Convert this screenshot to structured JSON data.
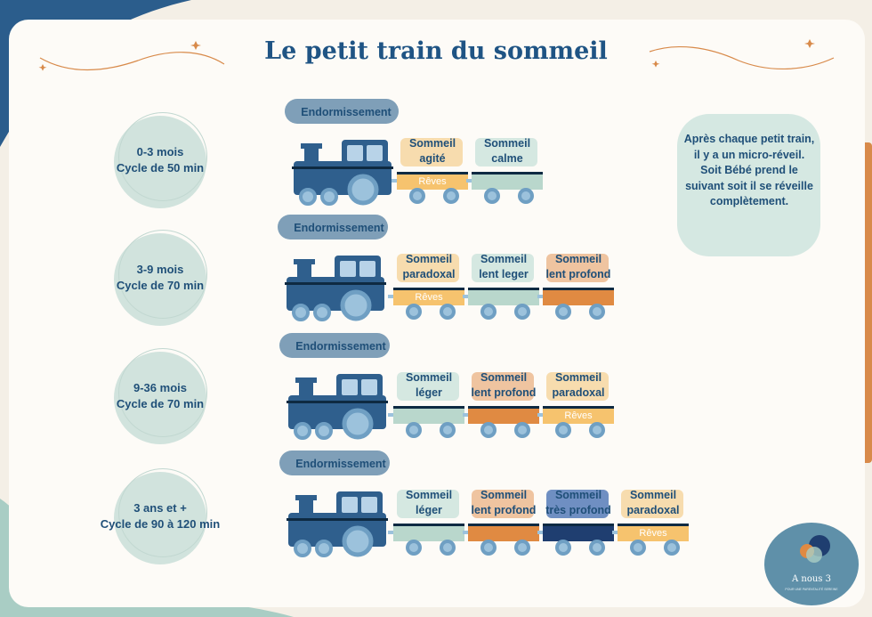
{
  "title": "Le petit train du sommeil",
  "endormissement": "Endormissement",
  "reves": "Rêves",
  "rows": [
    {
      "age": "0-3 mois",
      "cycle": "Cycle de 50 min",
      "wagons": [
        {
          "l1": "Sommeil",
          "l2": "agité",
          "color": "#f6c36e",
          "labelbg": "#f7dcae",
          "reves": true
        },
        {
          "l1": "Sommeil",
          "l2": "calme",
          "color": "#b9d7cc",
          "labelbg": "#d5e8e1",
          "reves": false
        }
      ]
    },
    {
      "age": "3-9 mois",
      "cycle": "Cycle de 70 min",
      "wagons": [
        {
          "l1": "Sommeil",
          "l2": "paradoxal",
          "color": "#f6c36e",
          "labelbg": "#f7dcae",
          "reves": true
        },
        {
          "l1": "Sommeil",
          "l2": "lent leger",
          "color": "#b9d7cc",
          "labelbg": "#d5e8e1",
          "reves": false
        },
        {
          "l1": "Sommeil",
          "l2": "lent profond",
          "color": "#e08a42",
          "labelbg": "#efc4a0",
          "reves": false
        }
      ]
    },
    {
      "age": "9-36 mois",
      "cycle": "Cycle de 70 min",
      "wagons": [
        {
          "l1": "Sommeil",
          "l2": "léger",
          "color": "#b9d7cc",
          "labelbg": "#d5e8e1",
          "reves": false
        },
        {
          "l1": "Sommeil",
          "l2": "lent profond",
          "color": "#e08a42",
          "labelbg": "#efc4a0",
          "reves": false
        },
        {
          "l1": "Sommeil",
          "l2": "paradoxal",
          "color": "#f6c36e",
          "labelbg": "#f7dcae",
          "reves": true
        }
      ]
    },
    {
      "age": "3 ans et +",
      "cycle": "Cycle de 90 à 120 min",
      "wagons": [
        {
          "l1": "Sommeil",
          "l2": "léger",
          "color": "#b9d7cc",
          "labelbg": "#d5e8e1",
          "reves": false
        },
        {
          "l1": "Sommeil",
          "l2": "lent profond",
          "color": "#e08a42",
          "labelbg": "#efc4a0",
          "reves": false
        },
        {
          "l1": "Sommeil",
          "l2": "très profond",
          "color": "#1f3e70",
          "labelbg": "#6f8fc2",
          "reves": false
        },
        {
          "l1": "Sommeil",
          "l2": "paradoxal",
          "color": "#f6c36e",
          "labelbg": "#f7dcae",
          "reves": true
        }
      ]
    }
  ],
  "info": "Après chaque petit train, il y a un micro-réveil. Soit Bébé prend le suivant soit il se réveille complètement.",
  "logo": {
    "name": "A nous 3",
    "tagline": "POUR UNE PARENTALITÉ SEREINE"
  },
  "colors": {
    "title": "#1f5484",
    "locomotive": "#2f5f8d",
    "circle": "#d1e3dd",
    "accent": "#d88a4a"
  }
}
